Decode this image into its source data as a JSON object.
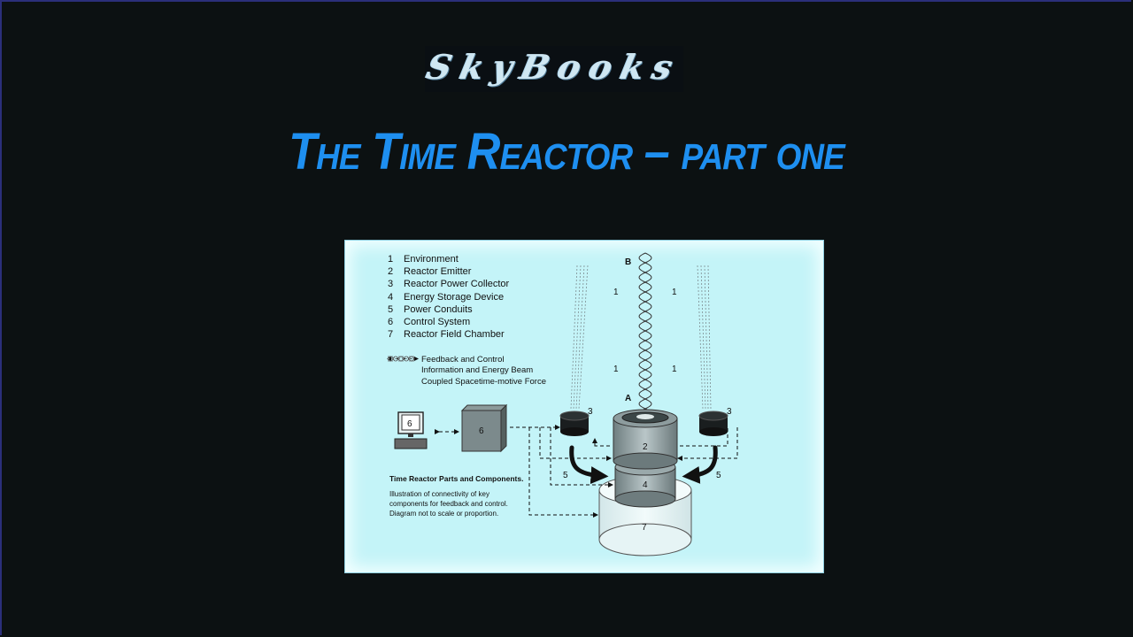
{
  "brand": {
    "logo_text": "SkyBooks"
  },
  "title": "The Time Reactor – part one",
  "diagram": {
    "legend": [
      {
        "num": "1",
        "label": "Environment"
      },
      {
        "num": "2",
        "label": "Reactor Emitter"
      },
      {
        "num": "3",
        "label": "Reactor Power Collector"
      },
      {
        "num": "4",
        "label": "Energy Storage Device"
      },
      {
        "num": "5",
        "label": "Power Conduits"
      },
      {
        "num": "6",
        "label": "Control System"
      },
      {
        "num": "7",
        "label": "Reactor Field Chamber"
      }
    ],
    "key": [
      {
        "symbol": "dashed-arrow",
        "label": "Feedback and Control"
      },
      {
        "symbol": "helix",
        "label": "Information and Energy Beam"
      },
      {
        "symbol": "wavy-lines",
        "label": "Coupled Spacetime-motive Force"
      }
    ],
    "caption_head": "Time Reactor Parts and Components.",
    "caption_body": "Illustration of connectivity of key components for feedback and control. Diagram not to scale or proportion.",
    "labels": {
      "A": "A",
      "B": "B",
      "env": "1",
      "emitter": "2",
      "collector": "3",
      "storage": "4",
      "conduit": "5",
      "control": "6",
      "chamber": "7"
    },
    "colors": {
      "background": "#c4f4f8",
      "title": "#1e8ff0"
    }
  }
}
